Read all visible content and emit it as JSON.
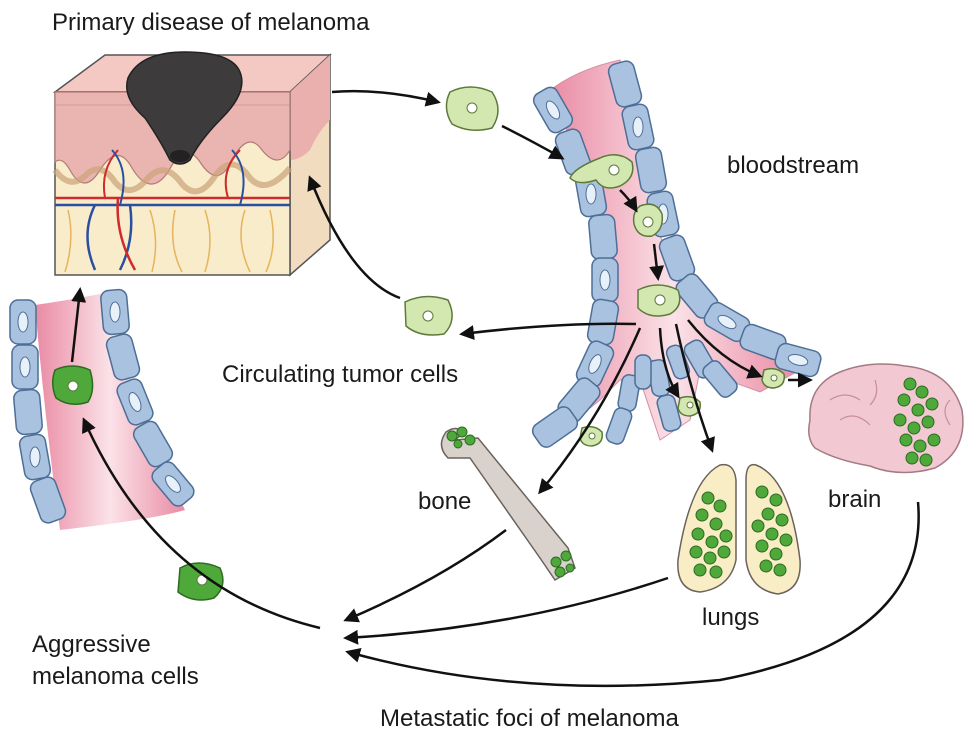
{
  "labels": {
    "primary_disease": "Primary disease of melanoma",
    "bloodstream": "bloodstream",
    "circulating_cells": "Circulating tumor cells",
    "bone": "bone",
    "brain": "brain",
    "lungs": "lungs",
    "aggressive_line1": "Aggressive",
    "aggressive_line2": "melanoma cells",
    "metastatic_foci": "Metastatic foci of melanoma"
  },
  "colors": {
    "tumor_cell_light": "#d3e7b1",
    "tumor_cell_dark": "#4fa83a",
    "endothelium": "#a9c2e0",
    "vessel_lumen": "#f3b6c6",
    "skin_epidermis": "#eab7b7",
    "skin_dermis": "#f7ecc8",
    "tumor_lesion": "#3d3b3c",
    "brain": "#f2c9d3",
    "lung": "#f8edc4",
    "bone": "#d9d2cc"
  }
}
